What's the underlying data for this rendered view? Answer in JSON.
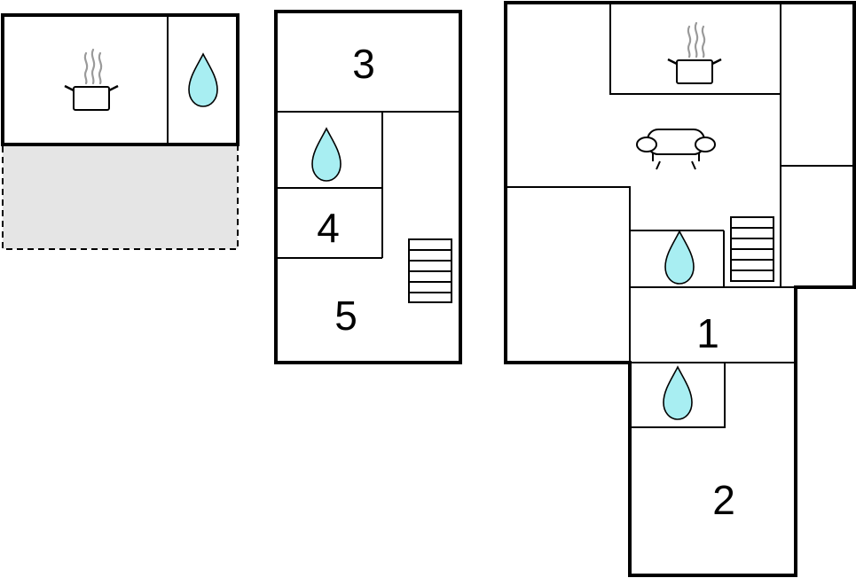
{
  "colors": {
    "wall": "#000000",
    "water": "#a8eef2",
    "steam": "#9a9a9a",
    "terrace": "#e5e5e5",
    "background": "#ffffff"
  },
  "rooms": [
    {
      "id": "room-1",
      "label": "1"
    },
    {
      "id": "room-2",
      "label": "2"
    },
    {
      "id": "room-3",
      "label": "3"
    },
    {
      "id": "room-4",
      "label": "4"
    },
    {
      "id": "room-5",
      "label": "5"
    }
  ],
  "icons": [
    "kitchen-pot-icon",
    "bathroom-water-drop-icon",
    "living-room-sofa-icon",
    "staircase-icon"
  ]
}
